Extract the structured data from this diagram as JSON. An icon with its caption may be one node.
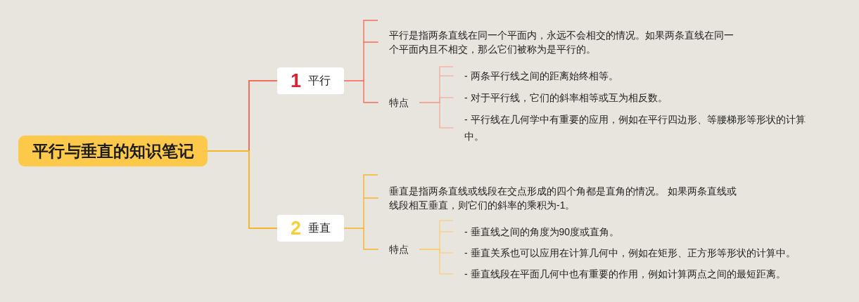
{
  "diagram": {
    "nodes": [
      {
        "text": [
          "平行与垂直的知识笔记"
        ]
      },
      {
        "text": [
          "1",
          "平行"
        ]
      },
      {
        "text": [
          "平行是指两条直线在同一个平面内，永远不会相交的情况。如果两条直线在同一个平面内且不相交，那么它们被称为是平行的。"
        ]
      },
      {
        "text": [
          "特点"
        ]
      },
      {
        "text": [
          "- 两条平行线之间的距离始终相等。"
        ]
      },
      {
        "text": [
          "- 对于平行线，它们的斜率相等或互为相反数。"
        ]
      },
      {
        "text": [
          "- 平行线在几何学中有重要的应用，例如在平行四边形、等腰梯形等形状的计算中。"
        ]
      },
      {
        "text": [
          "2",
          "垂直"
        ]
      },
      {
        "text": [
          "垂直是指两条直线或线段在交点形成的四个角都是直角的情况。 如果两条直线或线段相互垂直，则它们的斜率的乘积为-1。"
        ]
      },
      {
        "text": [
          "特点"
        ]
      },
      {
        "text": [
          "- 垂直线之间的角度为90度或直角。"
        ]
      },
      {
        "text": [
          "- 垂直关系也可以应用在计算几何中，例如在矩形、正方形等形状的计算中。"
        ]
      },
      {
        "text": [
          "- 垂直线段在平面几何中也有重要的作用，例如计算两点之间的最短距离。"
        ]
      }
    ],
    "edges": [
      {
        "from": 0,
        "to": 1,
        "arrow": "none",
        "color": "#f26d5b"
      },
      {
        "from": 1,
        "to": 2,
        "arrow": "none",
        "color": "#f26d5b"
      },
      {
        "from": 1,
        "to": 3,
        "arrow": "none",
        "color": "#f26d5b"
      },
      {
        "from": 3,
        "to": 4,
        "arrow": "none",
        "color": "#f4a090"
      },
      {
        "from": 3,
        "to": 5,
        "arrow": "none",
        "color": "#f4a090"
      },
      {
        "from": 3,
        "to": 6,
        "arrow": "none",
        "color": "#f4a090"
      },
      {
        "from": 0,
        "to": 7,
        "arrow": "none",
        "color": "#f7b52c"
      },
      {
        "from": 7,
        "to": 8,
        "arrow": "none",
        "color": "#f7b52c"
      },
      {
        "from": 7,
        "to": 9,
        "arrow": "none",
        "color": "#f7b52c"
      },
      {
        "from": 9,
        "to": 10,
        "arrow": "none",
        "color": "#f8cd6b"
      },
      {
        "from": 9,
        "to": 11,
        "arrow": "none",
        "color": "#f8cd6b"
      },
      {
        "from": 9,
        "to": 12,
        "arrow": "none",
        "color": "#f8cd6b"
      }
    ]
  }
}
